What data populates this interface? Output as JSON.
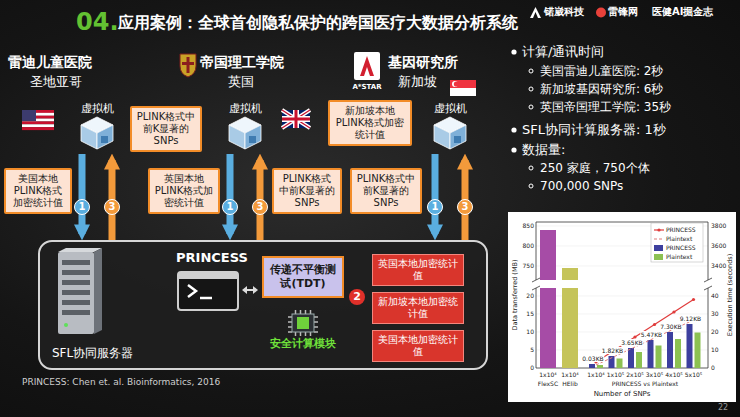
{
  "diagram": {
    "title": "应用案例：全球首创隐私保护的跨国医疗大数据分析系统",
    "nodes": [
      {
        "text": [
          "虚拟机"
        ]
      },
      {
        "text": [
          "美国本地PLINK格式加密统计值"
        ]
      },
      {
        "text": [
          "PLINK格式中前K显著的SNPs"
        ]
      },
      {
        "text": [
          "虚拟机"
        ]
      },
      {
        "text": [
          "英国本地PLINK格式加密统计值"
        ]
      },
      {
        "text": [
          "PLINK格式中前K显著的SNPs"
        ]
      },
      {
        "text": [
          "新加坡本地PLINK格式加密统计值"
        ]
      },
      {
        "text": [
          "虚拟机"
        ]
      },
      {
        "text": [
          "PLINK格式中前K显著的SNPs"
        ]
      },
      {
        "text": [
          "SFL协同服务器"
        ]
      },
      {
        "text": [
          "传递不平衡测试(TDT)"
        ],
        "in": 9
      },
      {
        "text": [
          "安全计算模块"
        ],
        "in": 9
      },
      {
        "text": [
          "英国本地加密统计值"
        ],
        "in": 9
      },
      {
        "text": [
          "新加坡本地加密统计值"
        ],
        "in": 9
      },
      {
        "text": [
          "美国本地加密统计值"
        ],
        "in": 9
      }
    ],
    "edges": [
      {
        "from": 0,
        "to": 9,
        "label": "1",
        "arrow": "to"
      },
      {
        "from": 9,
        "to": 0,
        "label": "3",
        "arrow": "to"
      },
      {
        "from": 3,
        "to": 9,
        "label": "1",
        "arrow": "to"
      },
      {
        "from": 9,
        "to": 3,
        "label": "3",
        "arrow": "to"
      },
      {
        "from": 7,
        "to": 9,
        "label": "1",
        "arrow": "to"
      },
      {
        "from": 9,
        "to": 7,
        "label": "3",
        "arrow": "to"
      }
    ],
    "labels": [
      "04.",
      "锘崴科技",
      "雷锋网",
      "医健AI掘金志",
      "雷迪儿童医院",
      "圣地亚哥",
      "帝国理工学院",
      "英国",
      "A*STAR",
      "基因研究所",
      "新加坡",
      "PRINCESS",
      "2",
      "PRINCESS: Chen et. al. Bioinformatics, 2016",
      "计算/通讯时间",
      "美国雷迪儿童医院: 2秒",
      "新加坡基因研究所: 6秒",
      "英国帝国理工学院: 35秒",
      "SFL协同计算服务器: 1秒",
      "数据量:",
      "250 家庭，750个体",
      "700,000 SNPs",
      "Data transferred (MB)",
      "Execution time (seconds)",
      "850",
      "800",
      "750",
      "20",
      "15",
      "10",
      "5",
      "0",
      "3800",
      "3600",
      "3400",
      "40",
      "30",
      "20",
      "10",
      "0",
      "1x10⁴",
      "1x10⁴",
      "1x10⁴",
      "1x10⁵",
      "2x10⁵",
      "3x10⁵",
      "4x10⁵",
      "5x10⁵",
      "FlexSC",
      "HElib",
      "PRINCESS vs Plaintext",
      "Number of SNPs",
      "0.03KB",
      "1.82KB",
      "3.65KB",
      "5.47KB",
      "7.30KB",
      "9.12KB",
      "22"
    ],
    "legend": [
      {
        "text": "PRINCESS"
      },
      {
        "text": "Plaintext"
      },
      {
        "text": "PRINCESS",
        "color": "#3d3f9e"
      },
      {
        "text": "Plaintext",
        "color": "#8cc152"
      }
    ]
  }
}
